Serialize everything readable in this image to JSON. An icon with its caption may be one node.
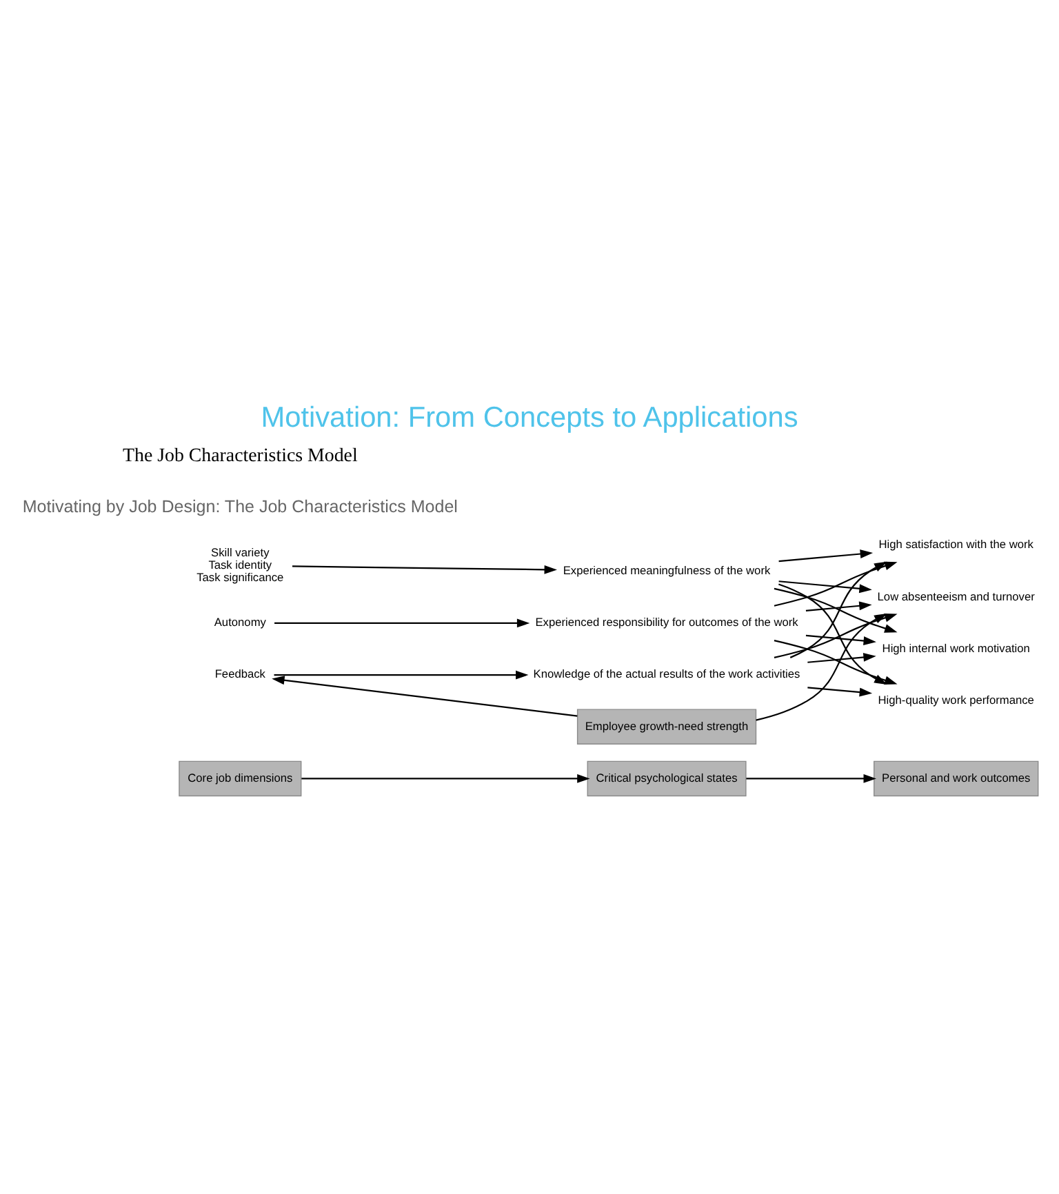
{
  "diagram": {
    "title": "Motivation: From Concepts to Applications",
    "nodes": [
      {
        "text": [
          "Core job dimensions"
        ]
      },
      {
        "text": [
          "Critical psychological states"
        ]
      },
      {
        "text": [
          "Personal and work outcomes"
        ]
      },
      {
        "text": [
          "Skill variety",
          "Task identity",
          "Task significance"
        ]
      },
      {
        "text": [
          "Experienced meaningfulness of the work"
        ]
      },
      {
        "text": [
          "Autonomy"
        ]
      },
      {
        "text": [
          "Experienced responsibility for outcomes of the work"
        ]
      },
      {
        "text": [
          "Feedback"
        ]
      },
      {
        "text": [
          "Knowledge of the actual results of the work activities"
        ]
      },
      {
        "text": [
          "High internal work motivation"
        ]
      },
      {
        "text": [
          "High-quality work performance"
        ]
      },
      {
        "text": [
          "High satisfaction with the work"
        ]
      },
      {
        "text": [
          "Low absenteeism and turnover"
        ]
      },
      {
        "text": [
          "Employee growth-need strength"
        ]
      }
    ],
    "edges": [
      {
        "from": 0,
        "to": 1,
        "arrow": "to"
      },
      {
        "from": 1,
        "to": 2,
        "arrow": "to"
      },
      {
        "from": 3,
        "to": 4,
        "arrow": "to"
      },
      {
        "from": 5,
        "to": 6,
        "arrow": "to"
      },
      {
        "from": 7,
        "to": 8,
        "arrow": "to"
      },
      {
        "from": 4,
        "to": 9,
        "arrow": "to"
      },
      {
        "from": 4,
        "to": 10,
        "arrow": "to"
      },
      {
        "from": 4,
        "to": 11,
        "arrow": "to"
      },
      {
        "from": 4,
        "to": 12,
        "arrow": "to"
      },
      {
        "from": 6,
        "to": 9,
        "arrow": "to"
      },
      {
        "from": 6,
        "to": 10,
        "arrow": "to"
      },
      {
        "from": 6,
        "to": 11,
        "arrow": "to"
      },
      {
        "from": 6,
        "to": 12,
        "arrow": "to"
      },
      {
        "from": 8,
        "to": 9,
        "arrow": "to"
      },
      {
        "from": 8,
        "to": 10,
        "arrow": "to"
      },
      {
        "from": 8,
        "to": 11,
        "arrow": "to"
      },
      {
        "from": 8,
        "to": 12,
        "arrow": "to"
      },
      {
        "from": 13,
        "to": 7,
        "arrow": "to"
      },
      {
        "from": 13,
        "to": 12,
        "arrow": "to"
      }
    ],
    "labels": [
      "Motivating by Job Design: The Job Characteristics Model",
      "The Job Characteristics Model"
    ]
  }
}
